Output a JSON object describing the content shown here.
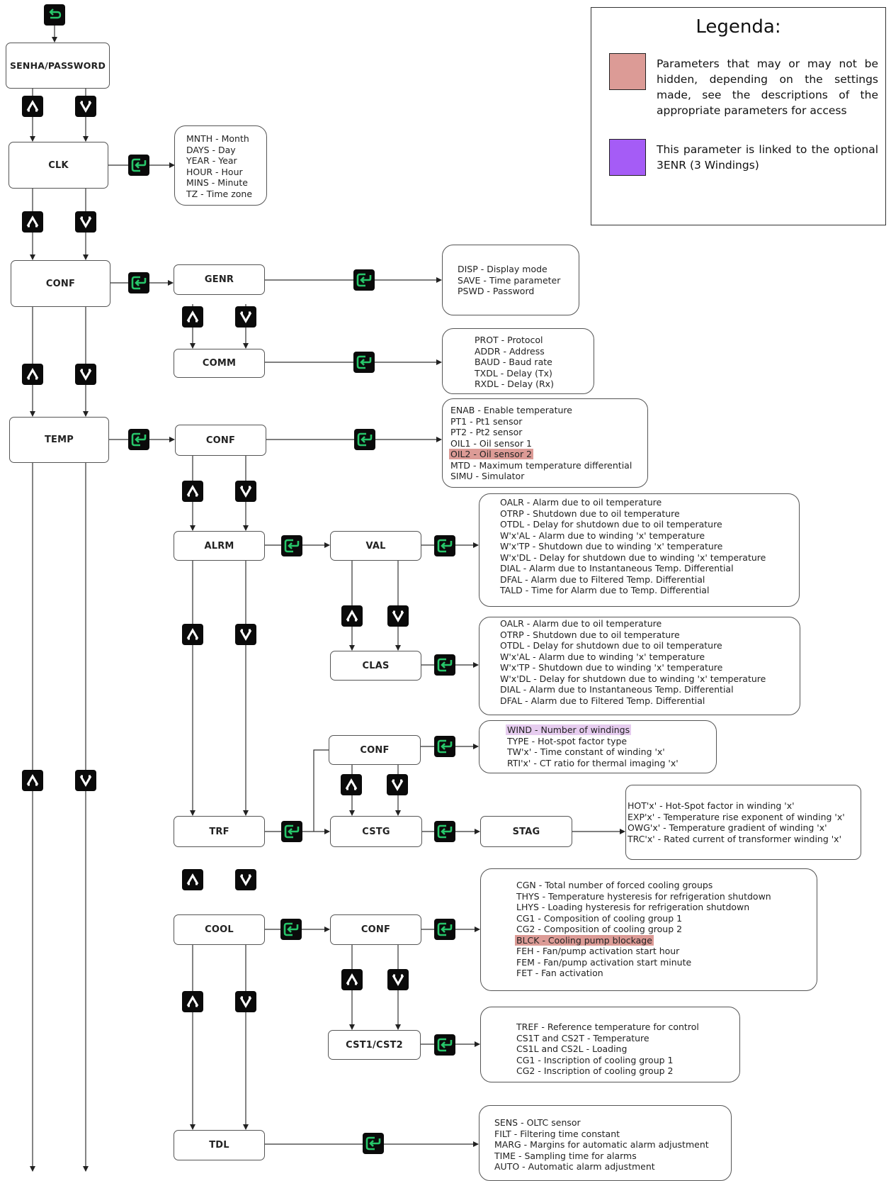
{
  "legend": {
    "title": "Legenda:",
    "items": [
      {
        "color": "#dc9b96",
        "text": "Parameters that may or may not be hidden, depending on the settings made, see the descriptions of the appropriate parameters for access"
      },
      {
        "color": "#a55cf6",
        "text": "This parameter is linked to the optional 3ENR (3 Windings)"
      }
    ]
  },
  "icons": {
    "up": "up-arrow-key-icon",
    "down": "down-arrow-key-icon",
    "enter": "enter-key-icon",
    "back": "back-key-icon"
  },
  "nodes": {
    "senha": "SENHA/PASSWORD",
    "clk": "CLK",
    "conf": "CONF",
    "temp": "TEMP",
    "genr": "GENR",
    "comm": "COMM",
    "temp_conf": "CONF",
    "alrm": "ALRM",
    "val": "VAL",
    "clas": "CLAS",
    "trf": "TRF",
    "trf_conf": "CONF",
    "cstg": "CSTG",
    "stag": "STAG",
    "cool": "COOL",
    "cool_conf": "CONF",
    "cst": "CST1/CST2",
    "tdl": "TDL"
  },
  "lists": {
    "clk": [
      "MNTH - Month",
      "DAYS - Day",
      "YEAR - Year",
      "HOUR - Hour",
      "MINS - Minute",
      "TZ - Time zone"
    ],
    "genr": [
      "DISP - Display mode",
      "SAVE - Time parameter",
      "PSWD - Password"
    ],
    "comm": [
      "PROT - Protocol",
      "ADDR - Address",
      "BAUD - Baud rate",
      "TXDL - Delay (Tx)",
      "RXDL - Delay (Rx)"
    ],
    "temp_conf": [
      "ENAB - Enable temperature",
      "PT1 - Pt1 sensor",
      "PT2 - Pt2 sensor",
      "OIL1 - Oil sensor 1",
      "OIL2 - Oil sensor 2",
      "MTD - Maximum temperature differential",
      "SIMU - Simulator"
    ],
    "val": [
      "OALR - Alarm due to oil temperature",
      "OTRP - Shutdown due to oil temperature",
      "OTDL - Delay for shutdown due to oil temperature",
      "W'x'AL - Alarm due to winding  'x' temperature",
      "W'x'TP - Shutdown due to winding  'x' temperature",
      "W'x'DL - Delay for shutdown due to winding  'x' temperature",
      "DIAL - Alarm due to Instantaneous Temp. Differential",
      "DFAL - Alarm due to Filtered Temp. Differential",
      "TALD - Time for Alarm due to Temp. Differential"
    ],
    "clas": [
      "OALR - Alarm due to oil temperature",
      "OTRP - Shutdown due to oil temperature",
      "OTDL - Delay for shutdown due to oil temperature",
      "W'x'AL - Alarm due to winding  'x' temperature",
      "W'x'TP - Shutdown due to winding  'x' temperature",
      "W'x'DL - Delay for shutdown due to winding  'x' temperature",
      "DIAL - Alarm due to Instantaneous Temp. Differential",
      "DFAL - Alarm due to Filtered Temp. Differential"
    ],
    "trf_conf": [
      "WIND - Number of windings",
      "TYPE - Hot-spot factor type",
      "TW'x' - Time constant of winding 'x'",
      "RTI'x' - CT ratio for thermal imaging 'x'"
    ],
    "stag": [
      "HOT'x' - Hot-Spot factor in winding 'x'",
      "EXP'x' - Temperature rise exponent of winding 'x'",
      "OWG'x' - Temperature gradient of winding 'x'",
      "TRC'x' - Rated current of transformer winding 'x'"
    ],
    "cool_conf": [
      "CGN - Total number of forced cooling groups",
      "THYS - Temperature hysteresis for refrigeration shutdown",
      "LHYS - Loading hysteresis for refrigeration shutdown",
      "CG1 - Composition of cooling group 1",
      "CG2 - Composition of cooling group 2",
      "BLCK - Cooling pump blockage",
      "FEH - Fan/pump activation start hour",
      "FEM - Fan/pump activation start minute",
      "FET - Fan activation"
    ],
    "cst": [
      "TREF - Reference temperature for control",
      "CS1T and CS2T - Temperature",
      "CS1L and CS2L - Loading",
      "CG1 - Inscription of cooling group 1",
      "CG2 - Inscription of cooling group 2"
    ],
    "tdl": [
      "SENS - OLTC sensor",
      "FILT - Filtering time constant",
      "MARG - Margins for automatic alarm adjustment",
      "TIME - Sampling time for alarms",
      "AUTO - Automatic alarm adjustment"
    ]
  },
  "highlights": {
    "temp_conf": {
      "index": 4,
      "type": "hidden"
    },
    "trf_conf": {
      "index": 0,
      "type": "3enr"
    },
    "cool_conf": {
      "index": 5,
      "type": "hidden"
    }
  }
}
